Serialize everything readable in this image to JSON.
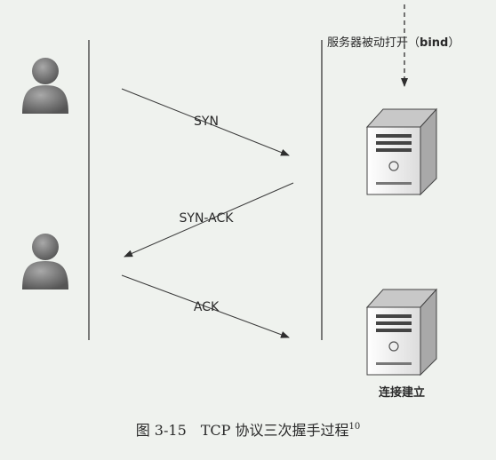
{
  "server_note": {
    "prefix": "服务器被动打开（",
    "bold": "bind",
    "suffix": "）"
  },
  "messages": [
    {
      "label": "SYN",
      "from": "client",
      "to": "server"
    },
    {
      "label": "SYN-ACK",
      "from": "server",
      "to": "client"
    },
    {
      "label": "ACK",
      "from": "client",
      "to": "server"
    }
  ],
  "server_bottom_label": "连接建立",
  "caption": {
    "text": "图 3-15　TCP 协议三次握手过程",
    "sup": "10"
  },
  "icons": {
    "client": "user-icon",
    "server": "server-tower-icon"
  },
  "colors": {
    "background": "#eff2ee",
    "line": "#3a3a3a",
    "person": "#6f6f6f",
    "server_body": "#f7f7f7"
  }
}
